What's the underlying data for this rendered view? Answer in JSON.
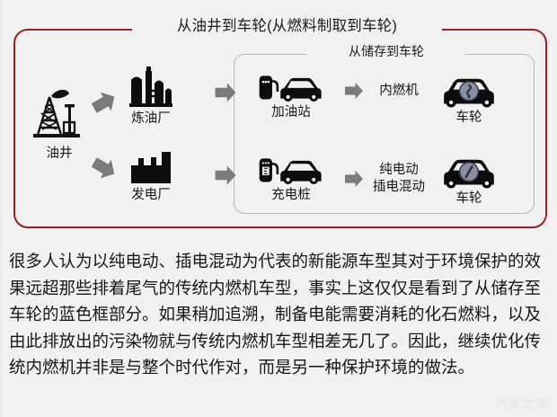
{
  "diagram": {
    "outer_box": {
      "title": "从油井到车轮(从燃料制取到车轮)",
      "border_color": "#9e1f23"
    },
    "inner_box": {
      "title": "从储存到车轮",
      "border_color": "#b9b9b9"
    },
    "nodes": [
      {
        "id": "oil-well",
        "label": "油井",
        "icon": "oil-derrick-icon"
      },
      {
        "id": "refinery",
        "label": "炼油厂",
        "icon": "refinery-icon"
      },
      {
        "id": "power-plant",
        "label": "发电厂",
        "icon": "power-plant-icon"
      },
      {
        "id": "gas-station",
        "label": "加油站",
        "icon": "gas-station-car-icon"
      },
      {
        "id": "charging-pile",
        "label": "充电桩",
        "icon": "charging-pile-car-icon"
      },
      {
        "id": "ice",
        "label": "内燃机",
        "icon": "text-only"
      },
      {
        "id": "ev-phev",
        "label": "纯电动\n插电混动",
        "label_line1": "纯电动",
        "label_line2": "插电混动",
        "icon": "text-only"
      },
      {
        "id": "wheel-top",
        "label": "车轮",
        "icon": "car-wheel-icon"
      },
      {
        "id": "wheel-bottom",
        "label": "车轮",
        "icon": "car-wheel-icon"
      }
    ],
    "arrows": [
      {
        "id": "arrow-well-to-refinery",
        "direction": "up-right"
      },
      {
        "id": "arrow-well-to-powerplant",
        "direction": "down-right"
      },
      {
        "id": "arrow-refinery-to-station",
        "direction": "right"
      },
      {
        "id": "arrow-plant-to-pile",
        "direction": "right"
      },
      {
        "id": "arrow-station-to-ice",
        "direction": "right"
      },
      {
        "id": "arrow-pile-to-ev",
        "direction": "right"
      }
    ],
    "arrow_color": "#7b7b7b"
  },
  "article": {
    "paragraph": "很多人认为以纯电动、插电混动为代表的新能源车型其对于环境保护的效果远超那些排着尾气的传统内燃机车型，事实上这仅仅是看到了从储存至车轮的蓝色框部分。如果稍加追溯，制备电能需要消耗的化石燃料，以及由此排放出的污染物就与传统内燃机车型相差无几了。因此，继续优化传统内燃机并非是与整个时代作对，而是另一种保护环境的做法。"
  },
  "watermark": {
    "text": "汽车之家"
  }
}
